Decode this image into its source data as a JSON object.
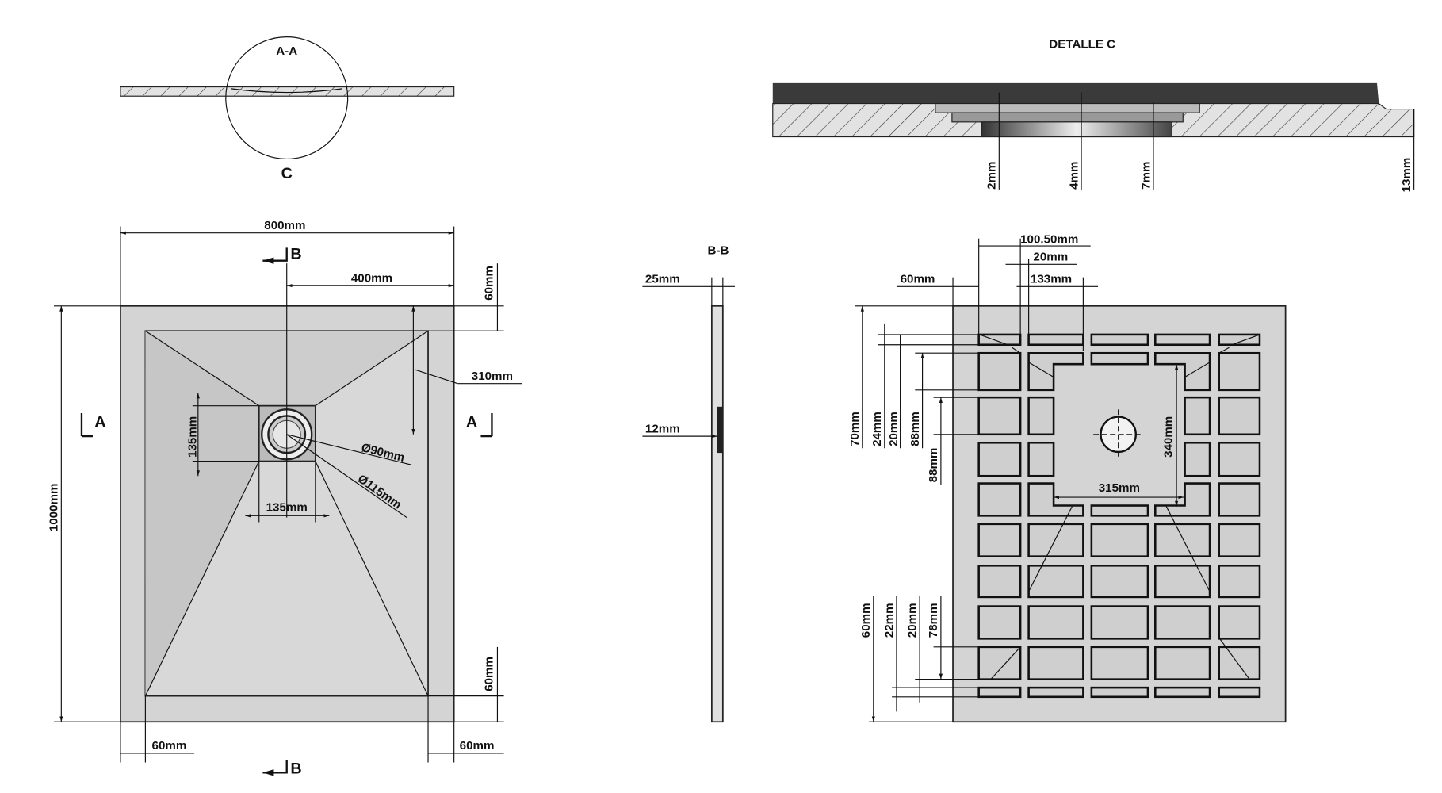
{
  "section_aa": {
    "title": "A-A",
    "circle_label": "C"
  },
  "detail_c": {
    "title": "DETALLE  C",
    "dims": [
      "2mm",
      "4mm",
      "7mm",
      "13mm"
    ]
  },
  "plan": {
    "width": "800mm",
    "half_width": "400mm",
    "top_margin": "60mm",
    "slope_depth": "310mm",
    "drain_height": "135mm",
    "drain_inner": "Ø90mm",
    "drain_outer": "Ø115mm",
    "drain_width": "135mm",
    "length": "1000mm",
    "bottom_margin": "60mm",
    "left_margin": "60mm",
    "right_margin": "60mm",
    "section_a": "A",
    "section_b": "B"
  },
  "section_bb": {
    "title": "B-B",
    "thickness": "25mm",
    "drain_depth": "12mm"
  },
  "base": {
    "d_100_50": "100.50mm",
    "d_20": "20mm",
    "d_60": "60mm",
    "d_133": "133mm",
    "d_70": "70mm",
    "d_24": "24mm",
    "d_20b": "20mm",
    "d_88a": "88mm",
    "d_88b": "88mm",
    "d_340": "340mm",
    "d_315": "315mm",
    "d_60b": "60mm",
    "d_22": "22mm",
    "d_20c": "20mm",
    "d_78": "78mm"
  }
}
